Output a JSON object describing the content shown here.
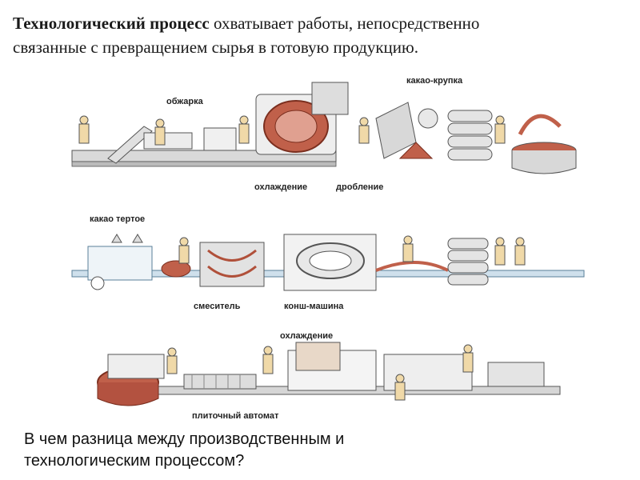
{
  "intro": {
    "bold_term": "Технологический процесс",
    "rest_line1": " охватывает работы, непосредственно",
    "line2": "связанные с превращением сырья в готовую продукцию."
  },
  "diagram": {
    "labels": {
      "roasting": "обжарка",
      "cocoa_nibs": "какао-крупка",
      "cooling_top": "охлаждение",
      "crushing": "дробление",
      "cocoa_mass": "какао тертое",
      "mixer": "смеситель",
      "conche": "конш-машина",
      "cooling_bottom": "охлаждение",
      "tablet_machine": "плиточный автомат"
    }
  },
  "question": {
    "line1": "В чем разница между производственным и",
    "line2": "технологическим процессом?"
  }
}
